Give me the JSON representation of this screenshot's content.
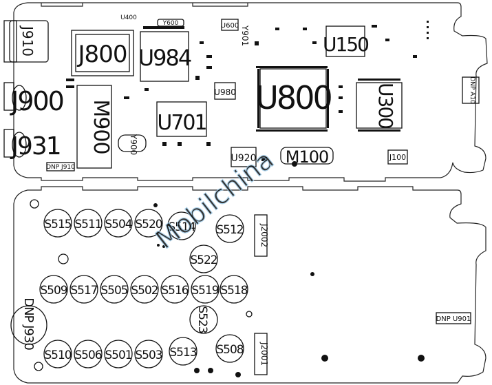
{
  "top_board": {
    "large_components": {
      "J800": "J800",
      "U984": "U984",
      "U800": "U800",
      "U300": "U300",
      "U150": "U150",
      "U701": "U701",
      "M900": "M900",
      "J900": "J900",
      "J931": "J931",
      "J910": "J910",
      "U920": "U920",
      "M100": "M100",
      "J100": "J100",
      "U600": "U600",
      "U980": "U980",
      "U400": "U400",
      "Y901": "Y901",
      "Y900": "Y900",
      "Y600": "Y600",
      "DNP_J910": "DNP J910",
      "DNP_A10": "DNP A10"
    }
  },
  "bottom_board": {
    "switch_row1": [
      "S515",
      "S511",
      "S504",
      "S520",
      "S514",
      "S512"
    ],
    "switch_mid": [
      "S522"
    ],
    "switch_row2": [
      "S509",
      "S517",
      "S505",
      "S502",
      "S516",
      "S519",
      "S518"
    ],
    "switch_rotated": [
      "S523"
    ],
    "switch_row3": [
      "S510",
      "S506",
      "S501",
      "S503",
      "S513",
      "S508"
    ],
    "connectors": [
      "J2002",
      "J2001"
    ],
    "DNP_U930": "DNP J930",
    "DNP_U901": "DNP U901"
  },
  "watermark": "Mobilchina"
}
